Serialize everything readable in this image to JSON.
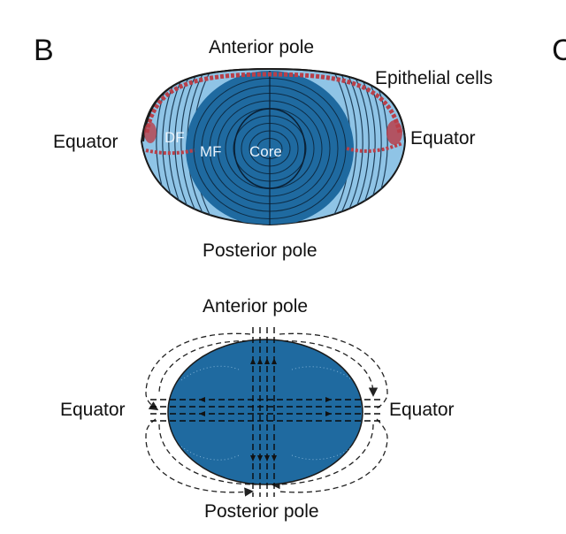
{
  "panel_label": "B",
  "panel_label_cut": "C",
  "top_diagram": {
    "anterior": "Anterior pole",
    "posterior": "Posterior pole",
    "epithelial": "Epithelial cells",
    "equator_left": "Equator",
    "equator_right": "Equator",
    "df": "DF",
    "mf": "MF",
    "core": "Core"
  },
  "bottom_diagram": {
    "anterior": "Anterior pole",
    "posterior": "Posterior pole",
    "equator_left": "Equator",
    "equator_right": "Equator"
  },
  "colors": {
    "lens_dark": "#1f6aa0",
    "lens_light": "#8fc4e6",
    "cells_red": "#b8404a",
    "outline": "#1a1a1a"
  }
}
